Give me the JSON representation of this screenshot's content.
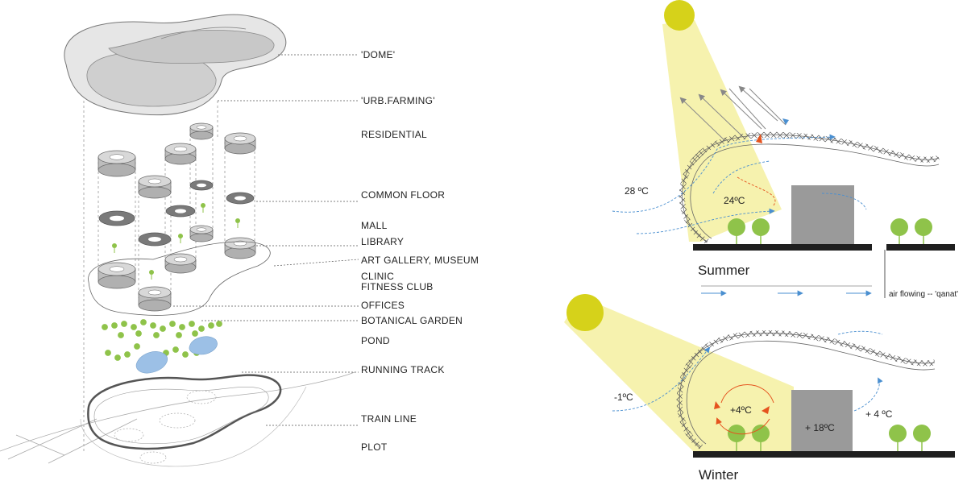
{
  "left_labels": {
    "dome": "'DOME'",
    "urb_farming": "'URB.FARMING'",
    "residential": "RESIDENTIAL",
    "common_floor": "COMMON FLOOR",
    "mall": "MALL",
    "library": "LIBRARY",
    "art_gallery": "ART GALLERY, MUSEUM",
    "clinic": "CLINIC",
    "fitness": "FITNESS CLUB",
    "offices": "OFFICES",
    "botanical": "BOTANICAL GARDEN",
    "pond": "POND",
    "running_track": "RUNNING TRACK",
    "train_line": "TRAIN LINE",
    "plot": "PLOT"
  },
  "summer": {
    "title": "Summer",
    "outside_temp": "28 ºC",
    "inside_temp": "24ºC",
    "airflow_label": "air flowing -- 'qanat'"
  },
  "winter": {
    "title": "Winter",
    "outside_temp": "-1ºC",
    "dome_temp": "+4ºC",
    "building_temp": "+ 18ºC",
    "right_temp": "+ 4 ºC"
  },
  "colors": {
    "sun": "#d6d21a",
    "sunbeam": "#f4f0a0",
    "tree": "#8fc34a",
    "ground": "#1f1f1f",
    "building": "#9a9a9a",
    "air_arrow": "#4a8fd0",
    "warm_arrow": "#e5531e",
    "pond": "#9cc0e6"
  }
}
